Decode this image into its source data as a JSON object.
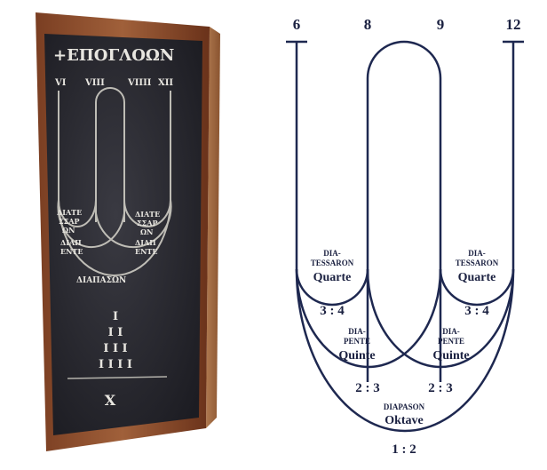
{
  "tablet": {
    "title": "+ΕΠΟΓΛΟΩΝ",
    "top_numerals": [
      "VI",
      "VIII",
      "VIIII",
      "XII"
    ],
    "left_diatessaron": [
      "ΔΙΑΤΕ",
      "ΣΣΑΡ",
      "ΩΝ"
    ],
    "right_diatessaron": [
      "ΔΙΑΤΕ",
      "ΣΣΑΡ",
      "ΩΝ"
    ],
    "left_diapente": [
      "ΔΙΑΠ",
      "ΕΝΤΕ"
    ],
    "right_diapente": [
      "ΔΙΑΠ",
      "ΕΝΤΕ"
    ],
    "diapason": "ΔΙΑΠΑΣΩΝ",
    "tetractys": [
      "I",
      "I I",
      "I I I",
      "I I I I"
    ],
    "bottom": "X"
  },
  "diagram": {
    "top_numbers": [
      "6",
      "8",
      "9",
      "12"
    ],
    "left_diatessaron": {
      "greek": [
        "DIA-",
        "TESSARON"
      ],
      "name": "Quarte",
      "ratio": "3 : 4"
    },
    "right_diatessaron": {
      "greek": [
        "DIA-",
        "TESSARON"
      ],
      "name": "Quarte",
      "ratio": "3 : 4"
    },
    "left_diapente": {
      "greek": [
        "DIA-",
        "PENTE"
      ],
      "name": "Quinte",
      "ratio": "2 : 3"
    },
    "right_diapente": {
      "greek": [
        "DIA-",
        "PENTE"
      ],
      "name": "Quinte",
      "ratio": "2 : 3"
    },
    "diapason": {
      "greek": "DIAPASON",
      "name": "Oktave",
      "ratio": "1 : 2"
    },
    "colors": {
      "line": "#1e2850",
      "text": "#1a2040",
      "tablet_face": "#2a2a30",
      "tablet_frame": "#8a4a2a"
    }
  }
}
